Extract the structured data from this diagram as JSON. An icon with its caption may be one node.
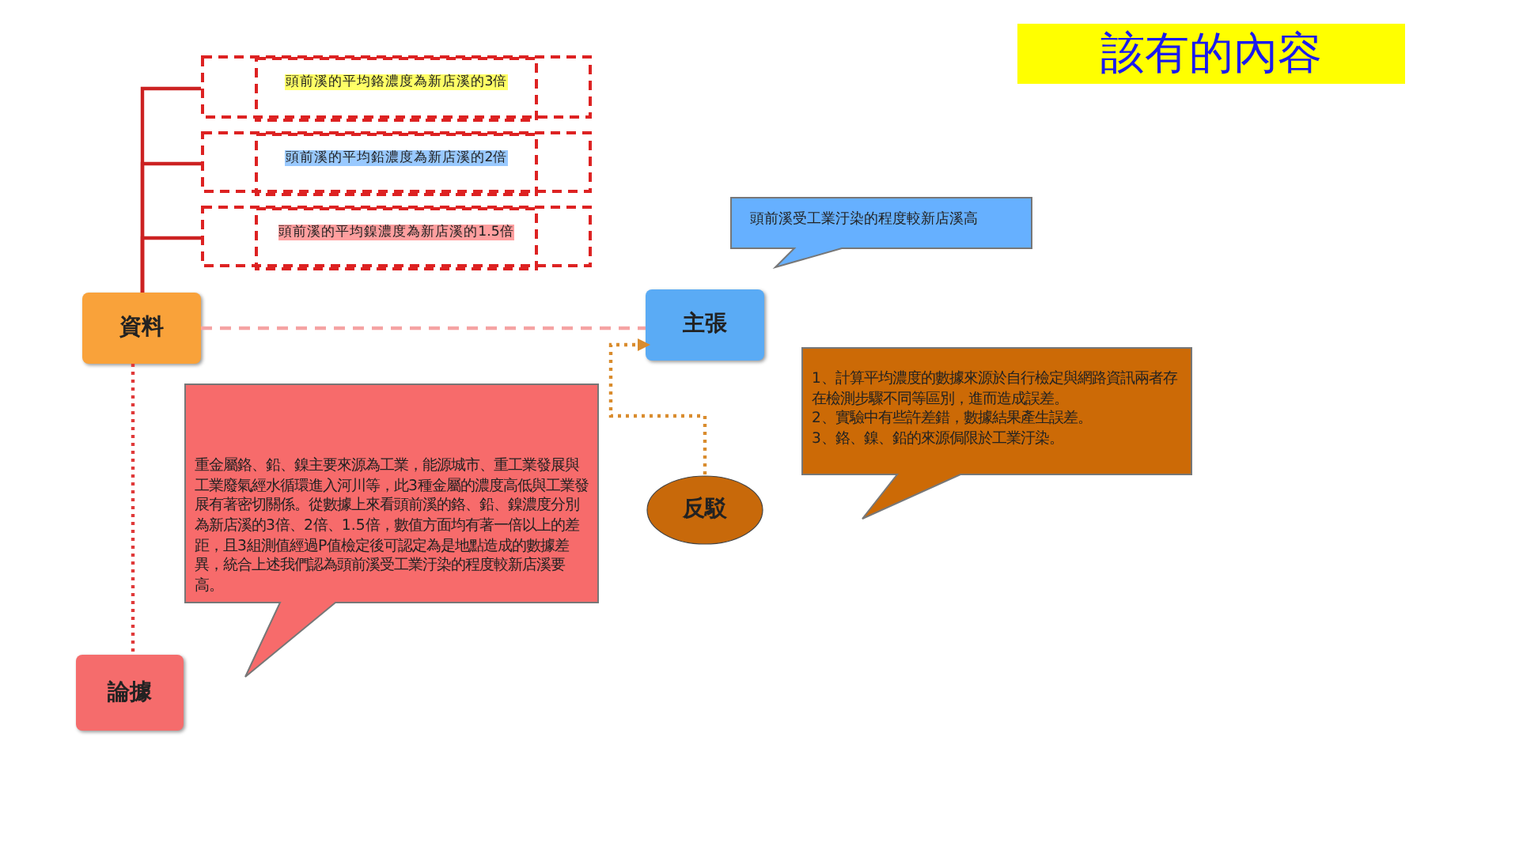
{
  "diagram": {
    "title": "該有的內容",
    "nodes": [
      {
        "text": [
          "資料"
        ]
      },
      {
        "text": [
          "主張"
        ]
      },
      {
        "text": [
          "論據"
        ]
      },
      {
        "text": [
          "反駁"
        ]
      },
      {
        "text": [
          "頭前溪的平均鉻濃度為新店溪的3倍"
        ]
      },
      {
        "text": [
          "頭前溪的平均鉛濃度為新店溪的2倍"
        ]
      },
      {
        "text": [
          "頭前溪的平均鎳濃度為新店溪的1.5倍"
        ]
      },
      {
        "text": [
          "頭前溪受工業汙染的程度較新店溪高"
        ]
      },
      {
        "text": [
          "重金屬鉻、鉛、鎳主要來源為工業，能源城市、重工業發展與工業廢氣經水循環進入河川等，此3種金屬的濃度高低與工業發展有著密切關係。從數據上來看頭前溪的鉻、鉛、鎳濃度分別為新店溪的3倍、2倍、1.5倍，數值方面均有著一倍以上的差距，且3組測值經過P值檢定後可認定為是地點造成的數據差異，統合上述我們認為頭前溪受工業汙染的程度較新店溪要高。"
        ]
      },
      {
        "text": [
          "1、計算平均濃度的數據來源於自行檢定與網路資訊兩者存在檢測步驟不同等區別，進而造成誤差。",
          "2、實驗中有些許差錯，數據結果產生誤差。",
          "3、鉻、鎳、鉛的來源侷限於工業汙染。"
        ]
      }
    ],
    "edges": [
      {
        "from": 0,
        "to": 1,
        "arrow": "none",
        "style": "dashed",
        "color": "#f5a3a3"
      },
      {
        "from": 0,
        "to": 2,
        "arrow": "none",
        "style": "dashed",
        "color": "#e03a3a"
      },
      {
        "from": 0,
        "to": 4,
        "arrow": "none",
        "color": "#cc2222"
      },
      {
        "from": 0,
        "to": 5,
        "arrow": "none",
        "color": "#cc2222"
      },
      {
        "from": 0,
        "to": 6,
        "arrow": "none",
        "color": "#cc2222"
      },
      {
        "from": 3,
        "to": 1,
        "arrow": "to",
        "style": "dashed",
        "color": "#d98c2e"
      }
    ]
  }
}
